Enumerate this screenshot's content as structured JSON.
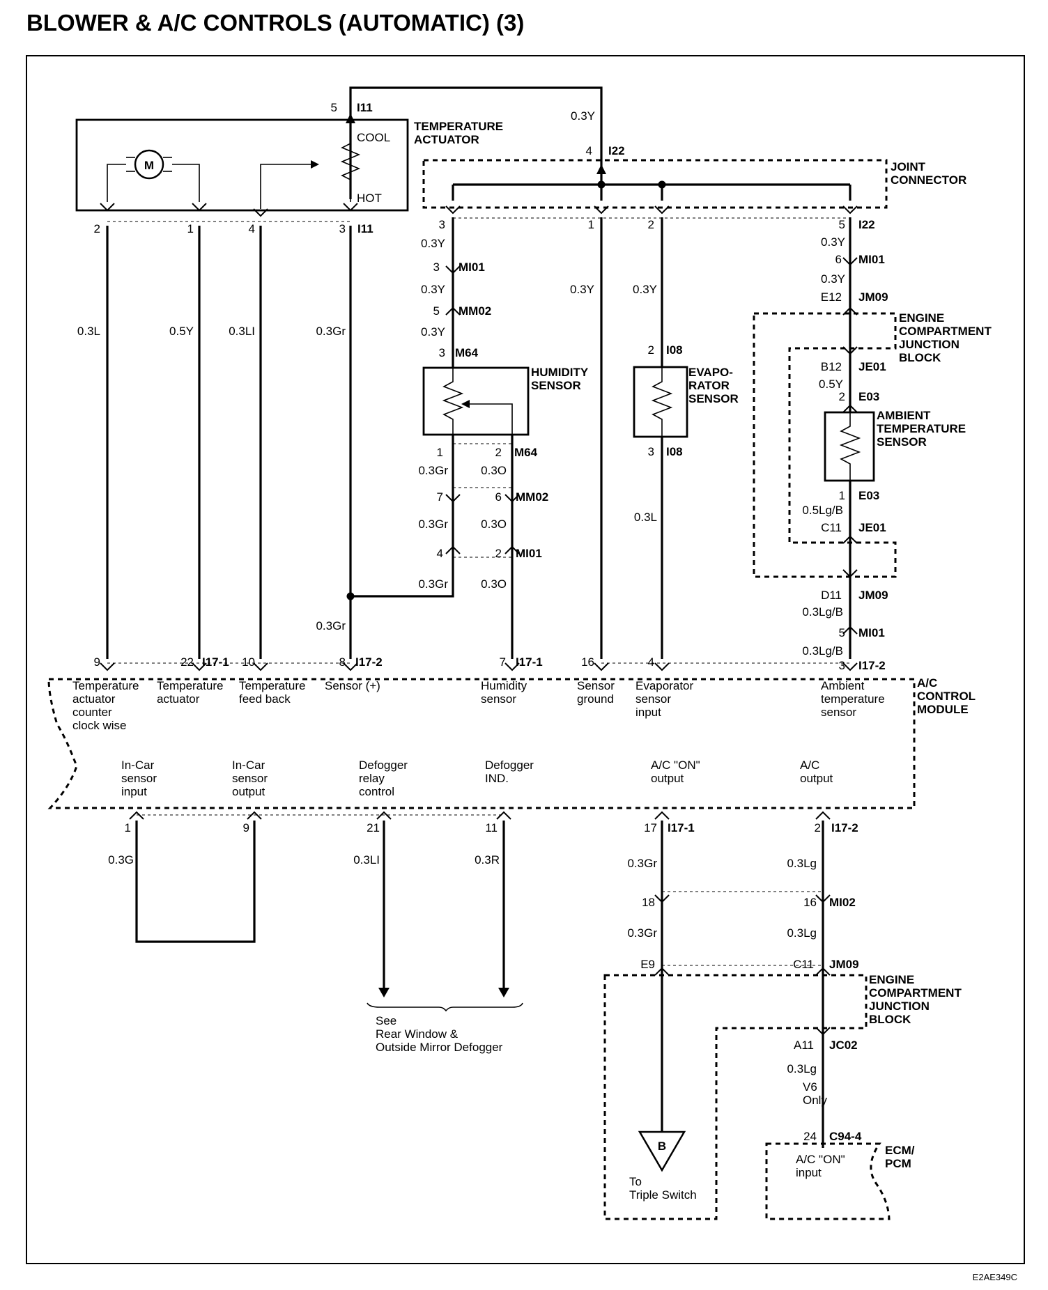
{
  "title": "BLOWER & A/C CONTROLS (AUTOMATIC) (3)",
  "figure_id": "E2AE349C",
  "components": {
    "temperature_actuator": {
      "name": "TEMPERATURE\nACTUATOR",
      "cool": "COOL",
      "hot": "HOT",
      "motor": "M"
    },
    "joint_connector": "JOINT\nCONNECTOR",
    "humidity_sensor": "HUMIDITY\nSENSOR",
    "evaporator_sensor": "EVAPO-\nRATOR\nSENSOR",
    "engine_jb_1": "ENGINE\nCOMPARTMENT\nJUNCTION\nBLOCK",
    "ambient_sensor": "AMBIENT\nTEMPERATURE\nSENSOR",
    "ac_control_module": "A/C\nCONTROL\nMODULE",
    "engine_jb_2": "ENGINE\nCOMPARTMENT\nJUNCTION\nBLOCK",
    "ecm": "ECM/\nPCM",
    "ecm_input": "A/C \"ON\"\ninput"
  },
  "module_terminals_top": [
    {
      "pin": "9",
      "label": "Temperature\nactuator\ncounter\nclock wise"
    },
    {
      "pin": "22",
      "label": "Temperature\nactuator"
    },
    {
      "pin": "10",
      "label": "Temperature\nfeed back"
    },
    {
      "pin": "8",
      "label": "Sensor (+)"
    },
    {
      "pin": "7",
      "label": "Humidity\nsensor"
    },
    {
      "pin": "16",
      "label": "Sensor\nground"
    },
    {
      "pin": "4",
      "label": "Evaporator\nsensor\ninput"
    },
    {
      "pin": "3",
      "label": "Ambient\ntemperature\nsensor"
    }
  ],
  "module_terminals_bottom": [
    {
      "pin": "1",
      "label": "In-Car\nsensor\ninput"
    },
    {
      "pin": "9",
      "label": "In-Car\nsensor\noutput"
    },
    {
      "pin": "21",
      "label": "Defogger\nrelay\ncontrol"
    },
    {
      "pin": "11",
      "label": "Defogger\nIND."
    },
    {
      "pin": "17",
      "label": "A/C \"ON\"\noutput"
    },
    {
      "pin": "2",
      "label": "A/C\noutput"
    }
  ],
  "connectors": [
    "I11",
    "I22",
    "MI01",
    "MM02",
    "M64",
    "I08",
    "JM09",
    "JE01",
    "E03",
    "I17-1",
    "I17-2",
    "MI02",
    "JC02",
    "C94-4"
  ],
  "wire_colors": [
    "0.3Y",
    "0.3L",
    "0.5Y",
    "0.3LI",
    "0.3Gr",
    "0.3O",
    "0.5Lg/B",
    "0.3Lg/B",
    "0.3G",
    "0.3R",
    "0.3Lg"
  ],
  "notes": {
    "defogger": "See\nRear Window &\nOutside Mirror Defogger",
    "triple": "To\nTriple Switch",
    "triple_tag": "B",
    "v6": "V6\nOnly"
  },
  "texts": [
    [
      "5",
      484,
      160,
      "end",
      ""
    ],
    [
      "I11",
      512,
      160,
      "start",
      "b"
    ],
    [
      "0.3Y",
      854,
      172,
      "end",
      ""
    ],
    [
      "4",
      850,
      222,
      "end",
      ""
    ],
    [
      "I22",
      873,
      222,
      "start",
      "b"
    ],
    [
      "2",
      144,
      334,
      "end",
      ""
    ],
    [
      "1",
      278,
      334,
      "end",
      ""
    ],
    [
      "4",
      366,
      334,
      "end",
      ""
    ],
    [
      "3",
      496,
      334,
      "end",
      ""
    ],
    [
      "I11",
      513,
      334,
      "start",
      "b"
    ],
    [
      "3",
      639,
      328,
      "end",
      ""
    ],
    [
      "1",
      853,
      328,
      "end",
      ""
    ],
    [
      "2",
      939,
      328,
      "end",
      ""
    ],
    [
      "5",
      1213,
      328,
      "end",
      ""
    ],
    [
      "I22",
      1232,
      328,
      "start",
      "b"
    ],
    [
      "0.3L",
      144,
      481,
      "end",
      ""
    ],
    [
      "0.5Y",
      278,
      481,
      "end",
      ""
    ],
    [
      "0.3LI",
      366,
      481,
      "end",
      ""
    ],
    [
      "0.3Gr",
      496,
      481,
      "end",
      ""
    ],
    [
      "0.3Y",
      639,
      355,
      "end",
      ""
    ],
    [
      "3",
      631,
      389,
      "end",
      ""
    ],
    [
      "MI01",
      658,
      389,
      "start",
      "b"
    ],
    [
      "0.3Y",
      639,
      421,
      "end",
      ""
    ],
    [
      "5",
      631,
      452,
      "end",
      ""
    ],
    [
      "MM02",
      658,
      452,
      "start",
      "b"
    ],
    [
      "0.3Y",
      639,
      482,
      "end",
      ""
    ],
    [
      "3",
      639,
      512,
      "end",
      ""
    ],
    [
      "M64",
      653,
      512,
      "start",
      "b"
    ],
    [
      "0.3Y",
      853,
      421,
      "end",
      ""
    ],
    [
      "0.3Y",
      943,
      421,
      "end",
      ""
    ],
    [
      "2",
      939,
      508,
      "end",
      ""
    ],
    [
      "I08",
      956,
      508,
      "start",
      "b"
    ],
    [
      "0.3Y",
      1213,
      353,
      "end",
      ""
    ],
    [
      "6",
      1208,
      378,
      "end",
      ""
    ],
    [
      "MI01",
      1232,
      378,
      "start",
      "b"
    ],
    [
      "0.3Y",
      1213,
      406,
      "end",
      ""
    ],
    [
      "E12",
      1208,
      432,
      "end",
      ""
    ],
    [
      "JM09",
      1232,
      432,
      "start",
      "b"
    ],
    [
      "B12",
      1208,
      532,
      "end",
      ""
    ],
    [
      "JE01",
      1232,
      532,
      "start",
      "b"
    ],
    [
      "0.5Y",
      1210,
      557,
      "end",
      ""
    ],
    [
      "2",
      1213,
      575,
      "end",
      ""
    ],
    [
      "E03",
      1232,
      575,
      "start",
      "b"
    ],
    [
      "1",
      1213,
      717,
      "end",
      ""
    ],
    [
      "E03",
      1232,
      717,
      "start",
      "b"
    ],
    [
      "0.5Lg/B",
      1210,
      738,
      "end",
      ""
    ],
    [
      "C11",
      1208,
      763,
      "end",
      ""
    ],
    [
      "JE01",
      1232,
      763,
      "start",
      "b"
    ],
    [
      "D11",
      1208,
      860,
      "end",
      ""
    ],
    [
      "JM09",
      1232,
      860,
      "start",
      "b"
    ],
    [
      "0.3Lg/B",
      1210,
      884,
      "end",
      ""
    ],
    [
      "5",
      1213,
      914,
      "end",
      ""
    ],
    [
      "MI01",
      1232,
      914,
      "start",
      "b"
    ],
    [
      "0.3Lg/B",
      1210,
      940,
      "end",
      ""
    ],
    [
      "3",
      1213,
      961,
      "end",
      ""
    ],
    [
      "I17-2",
      1232,
      961,
      "start",
      "b"
    ],
    [
      "1",
      636,
      655,
      "end",
      ""
    ],
    [
      "2",
      720,
      655,
      "end",
      ""
    ],
    [
      "M64",
      738,
      655,
      "start",
      "b"
    ],
    [
      "0.3Gr",
      643,
      681,
      "end",
      ""
    ],
    [
      "0.3O",
      727,
      681,
      "end",
      ""
    ],
    [
      "7",
      636,
      719,
      "end",
      ""
    ],
    [
      "6",
      720,
      719,
      "end",
      ""
    ],
    [
      "MM02",
      740,
      719,
      "start",
      "b"
    ],
    [
      "0.3Gr",
      643,
      758,
      "end",
      ""
    ],
    [
      "0.3O",
      727,
      758,
      "end",
      ""
    ],
    [
      "4",
      636,
      800,
      "end",
      ""
    ],
    [
      "2",
      720,
      800,
      "end",
      ""
    ],
    [
      "MI01",
      740,
      800,
      "start",
      "b"
    ],
    [
      "0.3Gr",
      643,
      844,
      "end",
      ""
    ],
    [
      "0.3O",
      727,
      844,
      "end",
      ""
    ],
    [
      "3",
      939,
      654,
      "end",
      ""
    ],
    [
      "I08",
      956,
      654,
      "start",
      "b"
    ],
    [
      "0.3L",
      943,
      748,
      "end",
      ""
    ],
    [
      "0.3Gr",
      496,
      904,
      "end",
      ""
    ],
    [
      "9",
      144,
      956,
      "end",
      ""
    ],
    [
      "22",
      278,
      956,
      "end",
      ""
    ],
    [
      "I17-1",
      290,
      956,
      "start",
      "b"
    ],
    [
      "10",
      366,
      956,
      "end",
      ""
    ],
    [
      "8",
      496,
      956,
      "end",
      ""
    ],
    [
      "I17-2",
      510,
      956,
      "start",
      "b"
    ],
    [
      "7",
      726,
      956,
      "end",
      ""
    ],
    [
      "I17-1",
      740,
      956,
      "start",
      "b"
    ],
    [
      "16",
      853,
      956,
      "end",
      ""
    ],
    [
      "4",
      939,
      956,
      "end",
      ""
    ],
    [
      "1",
      188,
      1194,
      "end",
      ""
    ],
    [
      "9",
      358,
      1194,
      "end",
      ""
    ],
    [
      "21",
      545,
      1194,
      "end",
      ""
    ],
    [
      "11",
      714,
      1194,
      "end",
      ""
    ],
    [
      "17",
      943,
      1194,
      "end",
      ""
    ],
    [
      "I17-1",
      958,
      1194,
      "start",
      "b"
    ],
    [
      "2",
      1178,
      1194,
      "end",
      ""
    ],
    [
      "I17-2",
      1193,
      1194,
      "start",
      "b"
    ],
    [
      "0.3G",
      192,
      1240,
      "end",
      ""
    ],
    [
      "0.3LI",
      545,
      1240,
      "end",
      ""
    ],
    [
      "0.3R",
      717,
      1240,
      "end",
      ""
    ],
    [
      "0.3Gr",
      943,
      1245,
      "end",
      ""
    ],
    [
      "0.3Lg",
      1172,
      1245,
      "end",
      ""
    ],
    [
      "18",
      940,
      1301,
      "end",
      ""
    ],
    [
      "16",
      1172,
      1301,
      "end",
      ""
    ],
    [
      "MI02",
      1190,
      1301,
      "start",
      "b"
    ],
    [
      "0.3Gr",
      943,
      1345,
      "end",
      ""
    ],
    [
      "0.3Lg",
      1172,
      1345,
      "end",
      ""
    ],
    [
      "E9",
      940,
      1390,
      "end",
      ""
    ],
    [
      "C11",
      1168,
      1390,
      "end",
      ""
    ],
    [
      "JM09",
      1190,
      1390,
      "start",
      "b"
    ],
    [
      "A11",
      1168,
      1506,
      "end",
      ""
    ],
    [
      "JC02",
      1190,
      1506,
      "start",
      "b"
    ],
    [
      "0.3Lg",
      1172,
      1540,
      "end",
      ""
    ],
    [
      "24",
      1172,
      1637,
      "end",
      ""
    ],
    [
      "C94-4",
      1190,
      1637,
      "start",
      "b"
    ]
  ]
}
